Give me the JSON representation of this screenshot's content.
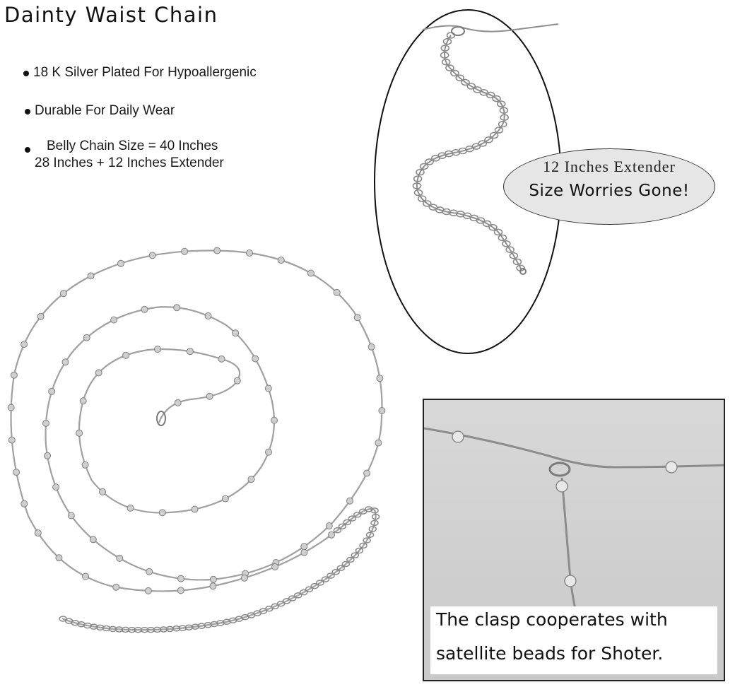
{
  "title": "Dainty Waist Chain",
  "features": {
    "f1": "18 K Silver Plated For Hypoallergenic",
    "f2": "Durable For Daily Wear",
    "f3_line1": "Belly Chain Size = 40 Inches",
    "f3_line2": "28 Inches + 12 Inches Extender"
  },
  "callout": {
    "line1": "12 Inches Extender",
    "line2": "Size Worries Gone!"
  },
  "detail": {
    "caption_line1": "The clasp cooperates with",
    "caption_line2": "satellite beads for Shoter."
  },
  "colors": {
    "chain": "#9a9a9a",
    "bead": "#c4c4c4",
    "photo_bg": "#d3d3d3"
  }
}
